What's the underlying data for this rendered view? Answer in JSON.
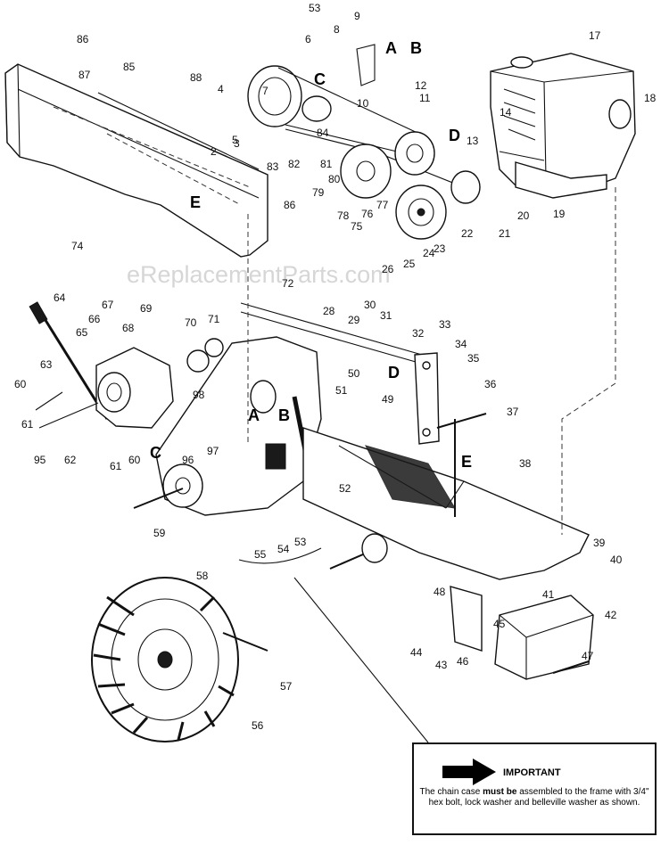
{
  "watermark": "eReplacementParts.com",
  "notice": {
    "title": "IMPORTANT",
    "text_before": "The chain case ",
    "text_bold": "must be",
    "text_after": " assembled to the frame with 3/4\" hex bolt, lock washer and belleville washer as shown."
  },
  "ref_letters": [
    "A",
    "B",
    "C",
    "D",
    "E"
  ],
  "part_labels": [
    "2",
    "3",
    "4",
    "5",
    "6",
    "7",
    "8",
    "9",
    "10",
    "11",
    "12",
    "13",
    "14",
    "17",
    "18",
    "19",
    "20",
    "21",
    "22",
    "23",
    "24",
    "25",
    "26",
    "28",
    "29",
    "30",
    "31",
    "32",
    "33",
    "34",
    "35",
    "36",
    "37",
    "38",
    "39",
    "40",
    "41",
    "42",
    "43",
    "44",
    "45",
    "46",
    "47",
    "48",
    "49",
    "50",
    "51",
    "52",
    "53",
    "54",
    "55",
    "56",
    "57",
    "58",
    "59",
    "60",
    "61",
    "62",
    "63",
    "64",
    "65",
    "66",
    "67",
    "68",
    "69",
    "70",
    "71",
    "72",
    "74",
    "75",
    "76",
    "77",
    "78",
    "79",
    "80",
    "81",
    "82",
    "83",
    "84",
    "85",
    "86",
    "87",
    "88",
    "95",
    "96",
    "97",
    "98"
  ]
}
